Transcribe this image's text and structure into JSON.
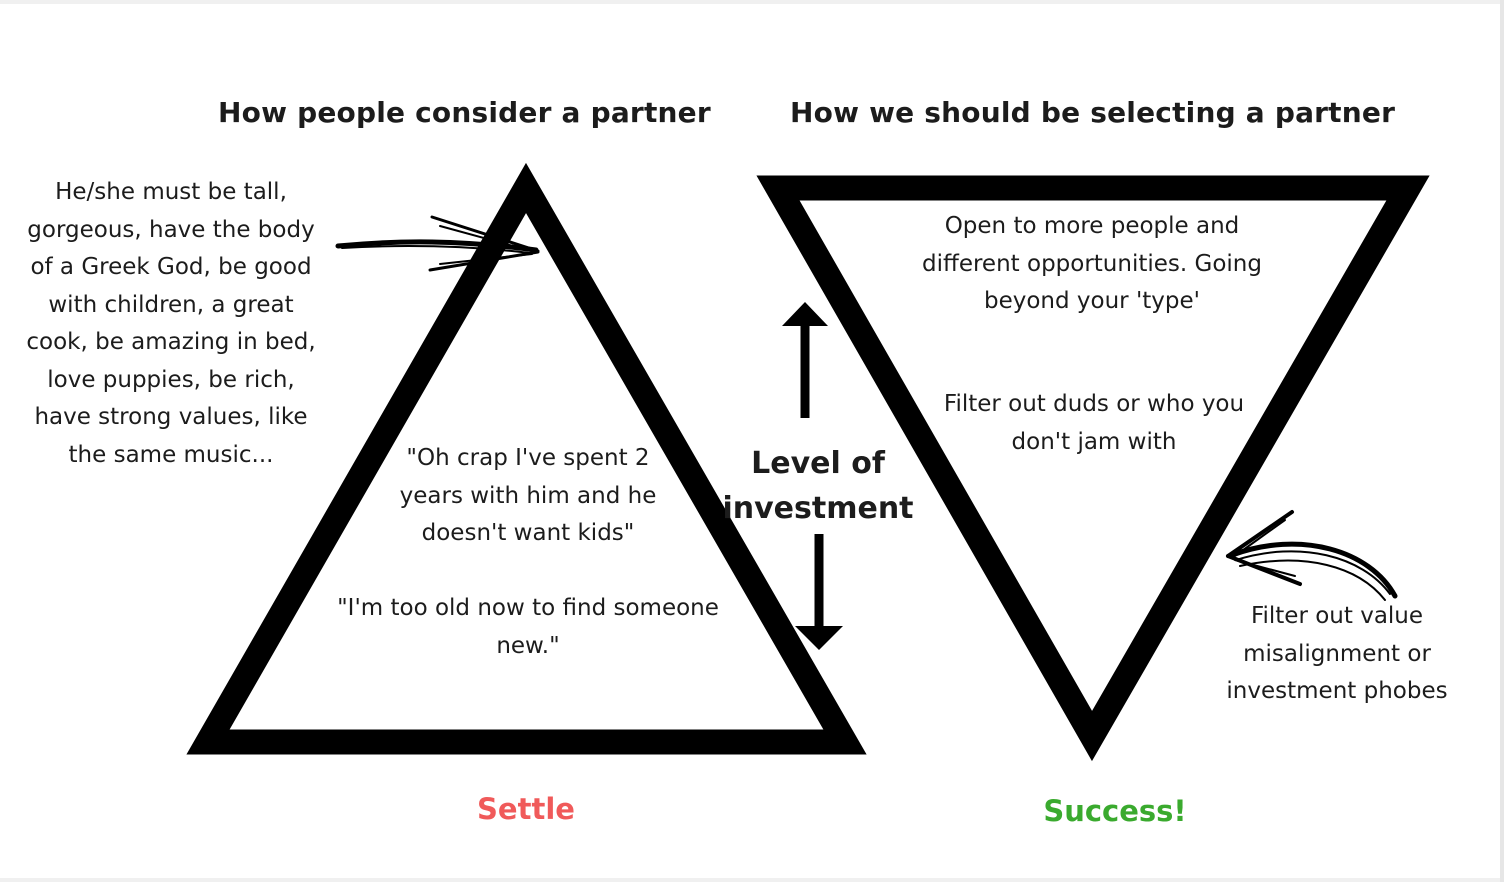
{
  "left": {
    "heading": "How people consider a partner",
    "wishlist": "He/she must be tall, gorgeous, have the body of a Greek God, be good with children, a great cook, be amazing in bed, love puppies, be rich, have strong values, like the same music...",
    "quote_1": "\"Oh crap I've spent 2 years with him and he doesn't want kids\"",
    "quote_2": "\"I'm too old now to find someone new.\"",
    "outcome": "Settle",
    "outcome_color": "#f05a5a"
  },
  "center": {
    "label": "Level of investment"
  },
  "right": {
    "heading": "How we should be selecting a partner",
    "point_1": "Open to more people and different opportunities. Going beyond your 'type'",
    "point_2": "Filter out duds or who you don't jam with",
    "side_note": "Filter out value misalignment or investment phobes",
    "outcome": "Success!",
    "outcome_color": "#3aaa2e"
  },
  "icons": {
    "left_arrow": "hand-drawn-arrow-right-icon",
    "right_arrow": "hand-drawn-arrow-left-icon",
    "up_arrow": "arrow-up-icon",
    "down_arrow": "arrow-down-icon"
  }
}
